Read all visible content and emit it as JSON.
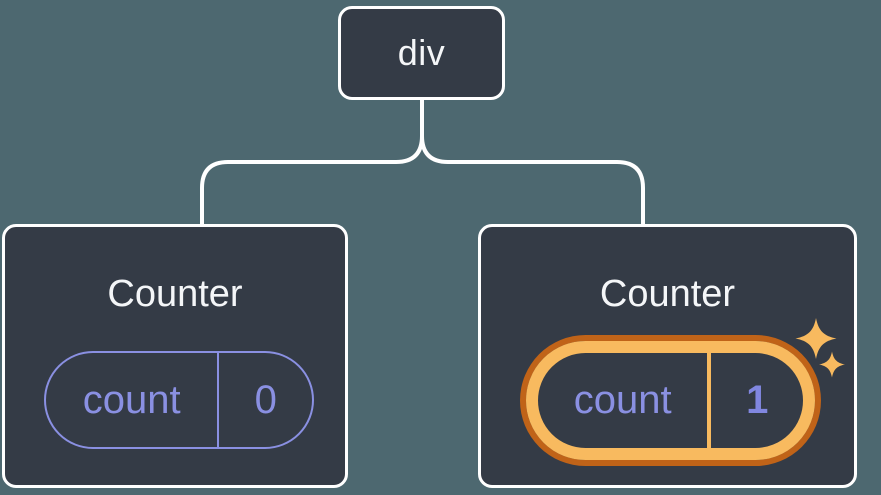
{
  "diagram": {
    "type": "component-tree",
    "root_node": {
      "label": "div"
    },
    "children": [
      {
        "label": "Counter",
        "state": {
          "name": "count",
          "value": "0"
        },
        "highlighted": false
      },
      {
        "label": "Counter",
        "state": {
          "name": "count",
          "value": "1"
        },
        "highlighted": true
      }
    ]
  },
  "colors": {
    "background": "#4d6870",
    "node_fill": "#343b46",
    "node_border": "#ffffff",
    "connector": "#ffffff",
    "title_text": "#f4f6f8",
    "state_purple": "#8a90e2",
    "highlight_orange_light": "#f8ba5f",
    "highlight_orange_dark": "#c06318"
  }
}
